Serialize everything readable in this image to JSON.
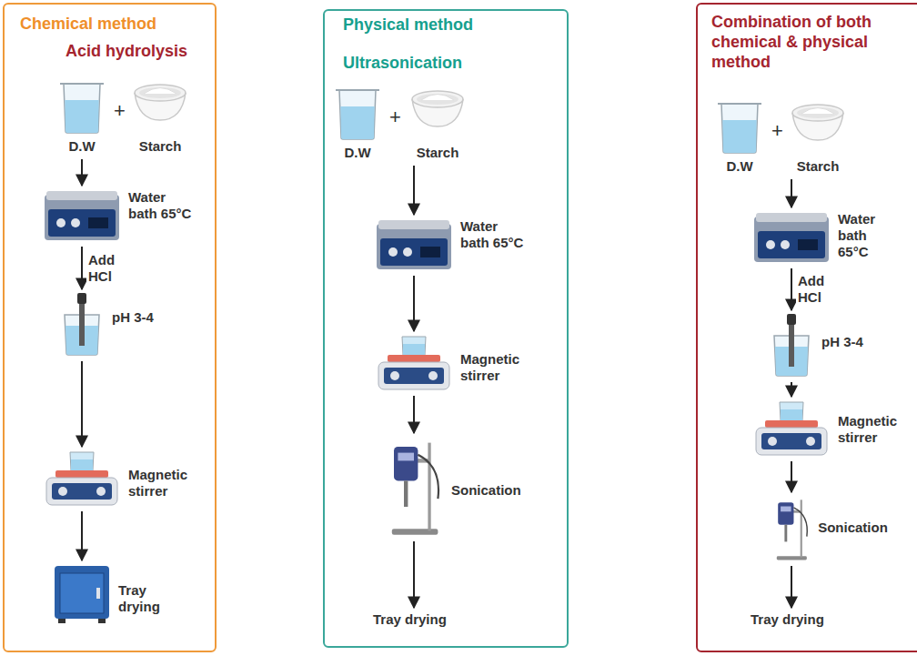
{
  "diagram": {
    "nodes": [
      {
        "text": [
          "Chemical method",
          "Acid hydrolysis"
        ]
      },
      {
        "text": [
          "D.W",
          "Starch"
        ],
        "in": 0
      },
      {
        "text": [
          "Water bath 65°C"
        ],
        "in": 0
      },
      {
        "text": [
          "pH 3-4"
        ],
        "in": 0
      },
      {
        "text": [
          "Magnetic stirrer"
        ],
        "in": 0
      },
      {
        "text": [
          "Tray drying"
        ],
        "in": 0
      },
      {
        "text": [
          "Physical method",
          "Ultrasonication"
        ]
      },
      {
        "text": [
          "D.W",
          "Starch"
        ],
        "in": 6
      },
      {
        "text": [
          "Water bath 65°C"
        ],
        "in": 6
      },
      {
        "text": [
          "Magnetic stirrer"
        ],
        "in": 6
      },
      {
        "text": [
          "Sonication"
        ],
        "in": 6
      },
      {
        "text": [
          "Tray drying"
        ],
        "in": 6
      },
      {
        "text": [
          "Combination of both chemical & physical method"
        ]
      },
      {
        "text": [
          "D.W",
          "Starch"
        ],
        "in": 12
      },
      {
        "text": [
          "Water bath 65°C"
        ],
        "in": 12
      },
      {
        "text": [
          "pH 3-4"
        ],
        "in": 12
      },
      {
        "text": [
          "Magnetic stirrer"
        ],
        "in": 12
      },
      {
        "text": [
          "Sonication"
        ],
        "in": 12
      },
      {
        "text": [
          "Tray drying"
        ],
        "in": 12
      }
    ],
    "edges": [
      {
        "from": 1,
        "to": 2,
        "arrow": "to"
      },
      {
        "from": 2,
        "to": 3,
        "label": "Add HCl",
        "arrow": "to"
      },
      {
        "from": 3,
        "to": 4,
        "arrow": "to"
      },
      {
        "from": 4,
        "to": 5,
        "arrow": "to"
      },
      {
        "from": 7,
        "to": 8,
        "arrow": "to"
      },
      {
        "from": 8,
        "to": 9,
        "arrow": "to"
      },
      {
        "from": 9,
        "to": 10,
        "arrow": "to"
      },
      {
        "from": 10,
        "to": 11,
        "arrow": "to"
      },
      {
        "from": 13,
        "to": 14,
        "arrow": "to"
      },
      {
        "from": 14,
        "to": 15,
        "label": "Add HCl",
        "arrow": "to"
      },
      {
        "from": 15,
        "to": 16,
        "arrow": "to"
      },
      {
        "from": 16,
        "to": 17,
        "arrow": "to"
      },
      {
        "from": 17,
        "to": 18,
        "arrow": "to"
      }
    ],
    "labels": [
      "+",
      "+",
      "+"
    ]
  }
}
